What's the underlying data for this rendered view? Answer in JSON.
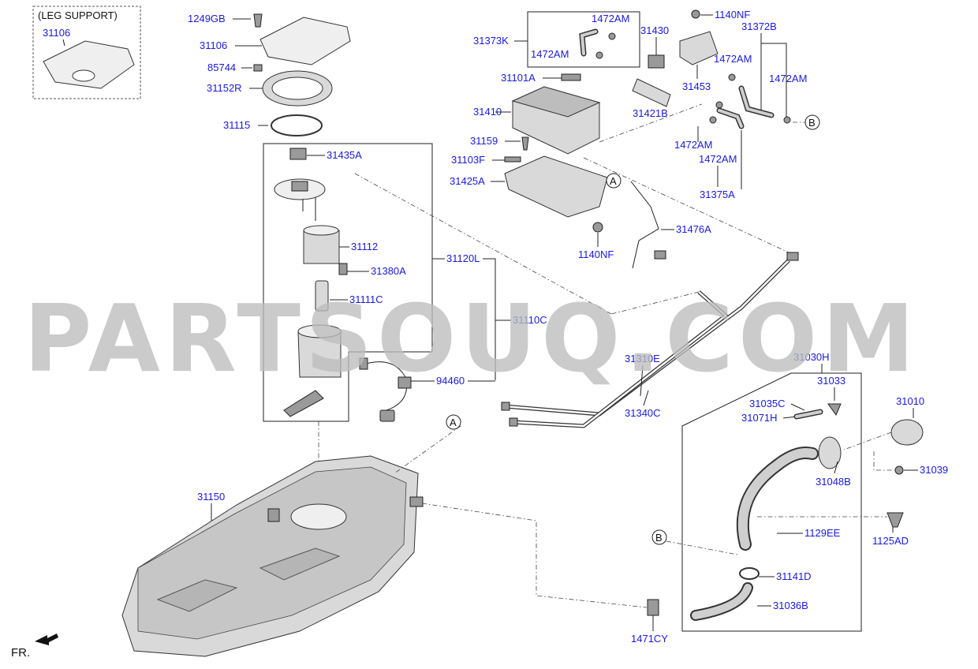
{
  "watermark": "PARTSOUQ.COM",
  "leg_support": {
    "title": "(LEG SUPPORT)",
    "part": "31106"
  },
  "labels": {
    "p1249GB": "1249GB",
    "p31106": "31106",
    "p85744": "85744",
    "p31152R": "31152R",
    "p31115": "31115",
    "p31435A": "31435A",
    "p31112": "31112",
    "p31380A": "31380A",
    "p31111C": "31111C",
    "p31120L": "31120L",
    "p31110C": "31110C",
    "p94460": "94460",
    "p31150": "31150",
    "p31373K": "31373K",
    "p1472AM_a": "1472AM",
    "p1472AM_b": "1472AM",
    "p31430": "31430",
    "p1140NF_a": "1140NF",
    "p31372B": "31372B",
    "p1472AM_c": "1472AM",
    "p1472AM_d": "1472AM",
    "p31453": "31453",
    "p31101A": "31101A",
    "p31410": "31410",
    "p31421B": "31421B",
    "p1472AM_e": "1472AM",
    "p1472AM_f": "1472AM",
    "p31375A": "31375A",
    "p31159": "31159",
    "p31103F": "31103F",
    "p31425A": "31425A",
    "p31476A": "31476A",
    "p1140NF_b": "1140NF",
    "p31310E": "31310E",
    "p31340C": "31340C",
    "p31030H": "31030H",
    "p31033": "31033",
    "p31035C": "31035C",
    "p31071H": "31071H",
    "p31010": "31010",
    "p31048B": "31048B",
    "p31039": "31039",
    "p1129EE": "1129EE",
    "p1125AD": "1125AD",
    "p31141D": "31141D",
    "p31036B": "31036B",
    "p1471CY": "1471CY"
  },
  "callouts": {
    "a": "A",
    "b": "B"
  },
  "front_marker": "FR."
}
